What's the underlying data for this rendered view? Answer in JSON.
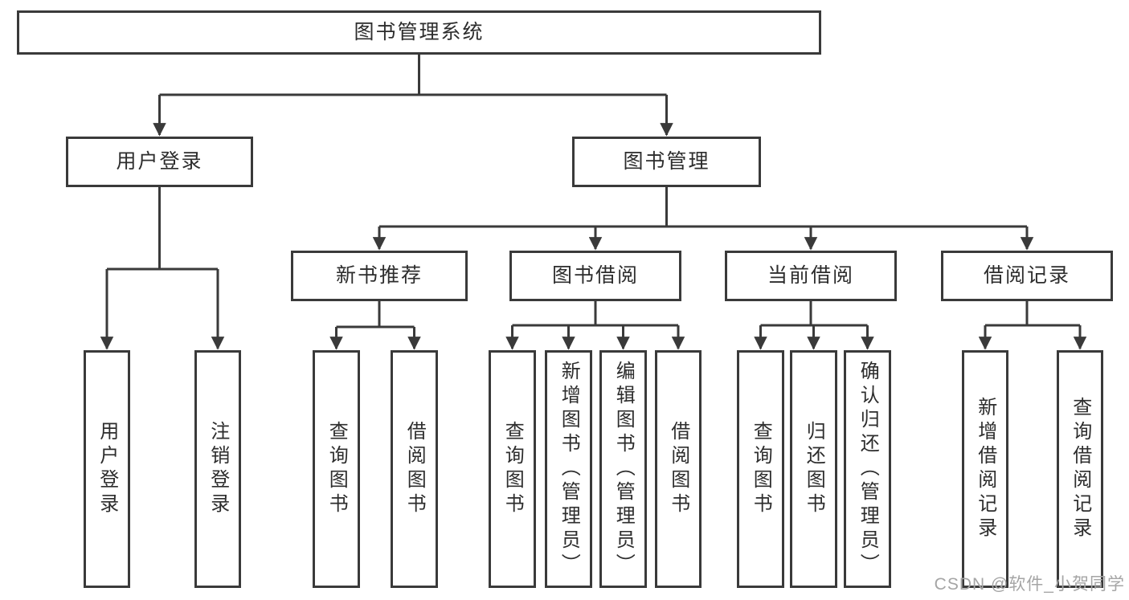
{
  "tree": {
    "label": "图书管理系统",
    "children": [
      {
        "label": "用户登录",
        "children": [
          {
            "label": "用户登录"
          },
          {
            "label": "注销登录"
          }
        ]
      },
      {
        "label": "图书管理",
        "children": [
          {
            "label": "新书推荐",
            "children": [
              {
                "label": "查询图书"
              },
              {
                "label": "借阅图书"
              }
            ]
          },
          {
            "label": "图书借阅",
            "children": [
              {
                "label": "查询图书"
              },
              {
                "label": "新增图书（管理员）"
              },
              {
                "label": "编辑图书（管理员）"
              },
              {
                "label": "借阅图书"
              }
            ]
          },
          {
            "label": "当前借阅",
            "children": [
              {
                "label": "查询图书"
              },
              {
                "label": "归还图书"
              },
              {
                "label": "确认归还（管理员）"
              }
            ]
          },
          {
            "label": "借阅记录",
            "children": [
              {
                "label": "新增借阅记录"
              },
              {
                "label": "查询借阅记录"
              }
            ]
          }
        ]
      }
    ]
  },
  "watermark": "CSDN @软件_小贺同学",
  "colors": {
    "line": "#3a3a3a",
    "box_border": "#3a3a3a",
    "text": "#2d2d2d",
    "watermark_text": "#a5a5a5",
    "background": "#ffffff"
  }
}
